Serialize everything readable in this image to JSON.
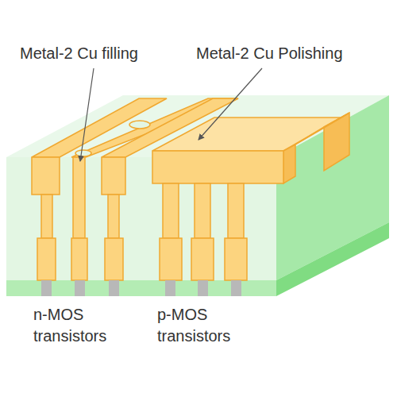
{
  "diagram": {
    "labels": [
      "Metal-2 Cu filling",
      "Metal-2 Cu Polishing",
      "n-MOS transistors",
      "p-MOS transistors"
    ]
  }
}
